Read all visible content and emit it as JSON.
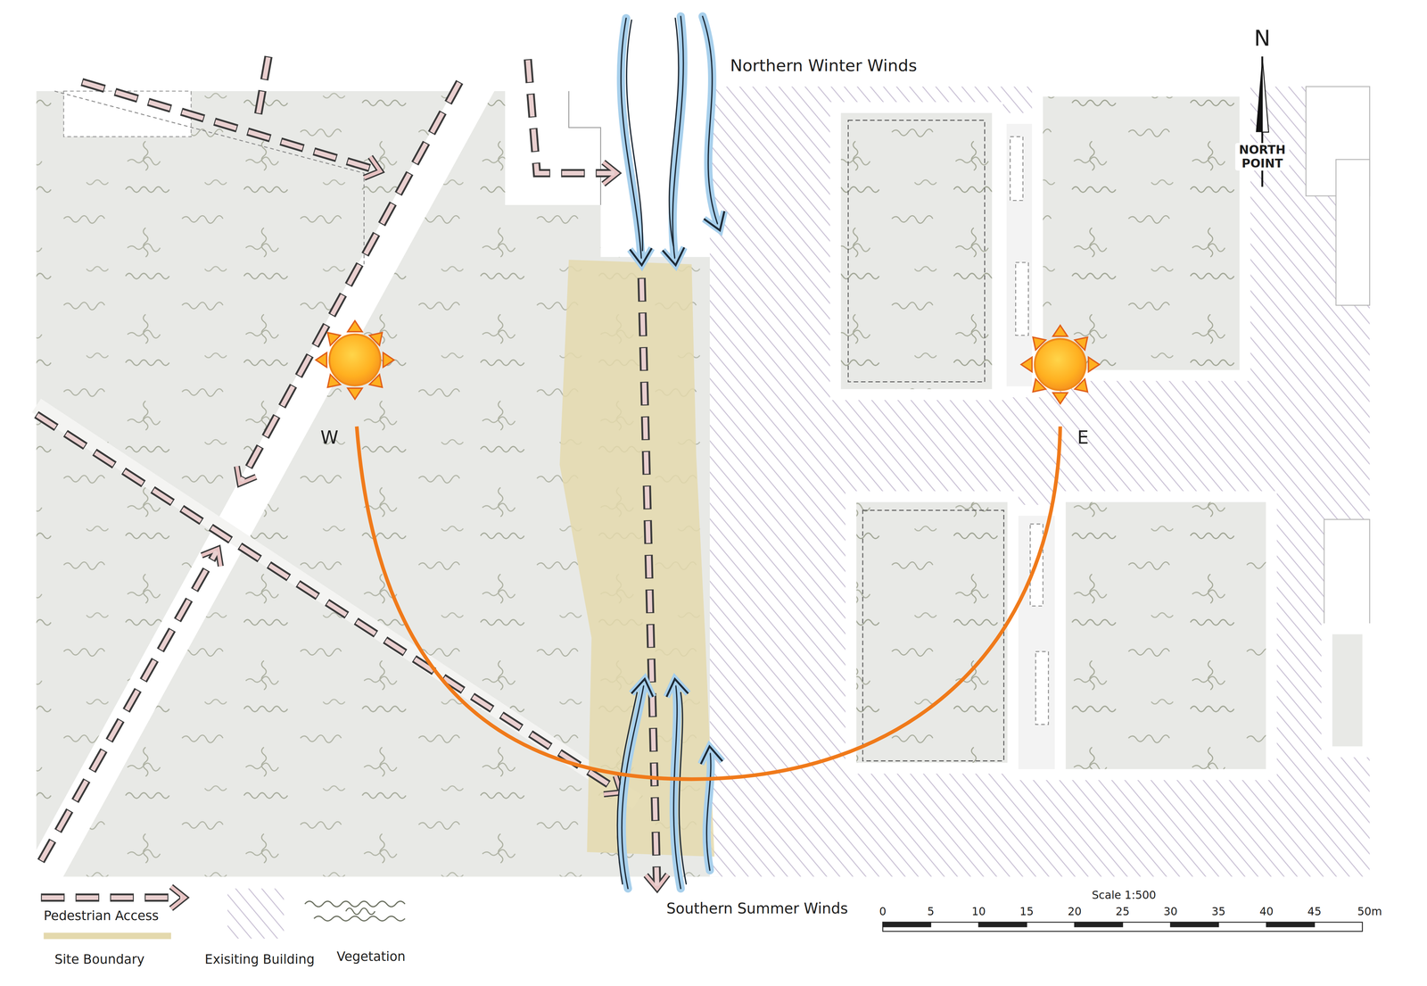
{
  "diagram": {
    "labels": [
      "Northern Winter Winds",
      "N",
      "NORTH POINT",
      "W",
      "E",
      "Southern Summer Winds",
      "Scale 1:500",
      "0",
      "5",
      "10",
      "15",
      "20",
      "25",
      "30",
      "35",
      "40",
      "45",
      "50m"
    ],
    "legend": [
      {
        "text": "Pedestrian Access"
      },
      {
        "text": "Site Boundary"
      },
      {
        "text": "Exisiting Building"
      },
      {
        "text": "Vegetation"
      }
    ]
  }
}
